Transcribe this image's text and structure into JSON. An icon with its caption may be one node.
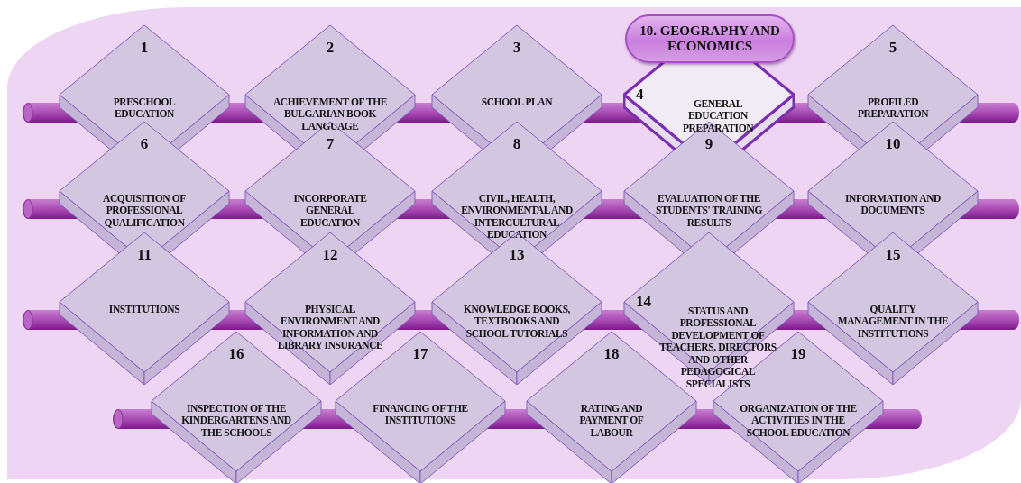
{
  "diagram": {
    "nodes": [
      {
        "text": [
          "1",
          "PRESCHOOL EDUCATION"
        ]
      },
      {
        "text": [
          "2",
          "ACHIEVEMENT OF THE BULGARIAN BOOK LANGUAGE"
        ]
      },
      {
        "text": [
          "3",
          "SCHOOL PLAN"
        ]
      },
      {
        "text": [
          "10. GEOGRAPHY AND ECONOMICS"
        ]
      },
      {
        "text": [
          "4",
          "GENERAL EDUCATION PREPARATION"
        ]
      },
      {
        "text": [
          "5",
          "PROFILED PREPARATION"
        ]
      },
      {
        "text": [
          "6",
          "ACQUISITION OF PROFESSIONAL QUALIFICATION"
        ]
      },
      {
        "text": [
          "7",
          "INCORPORATE GENERAL EDUCATION"
        ]
      },
      {
        "text": [
          "8",
          "CIVIL, HEALTH, ENVIRONMENTAL AND INTERCULTURAL EDUCATION"
        ]
      },
      {
        "text": [
          "9",
          "EVALUATION OF THE STUDENTS' TRAINING RESULTS"
        ]
      },
      {
        "text": [
          "10",
          "INFORMATION AND DOCUMENTS"
        ]
      },
      {
        "text": [
          "11",
          "INSTITUTIONS"
        ]
      },
      {
        "text": [
          "12",
          "PHYSICAL ENVIRONMENT AND INFORMATION AND LIBRARY INSURANCE"
        ]
      },
      {
        "text": [
          "13",
          "KNOWLEDGE BOOKS, TEXTBOOKS AND SCHOOL TUTORIALS"
        ]
      },
      {
        "text": [
          "14",
          "STATUS AND PROFESSIONAL DEVELOPMENT OF TEACHERS, DIRECTORS AND OTHER PEDAGOGICAL SPECIALISTS"
        ]
      },
      {
        "text": [
          "15",
          "QUALITY MANAGEMENT IN THE INSTITUTIONS"
        ]
      },
      {
        "text": [
          "16",
          "INSPECTION OF THE KINDERGARTENS AND THE SCHOOLS"
        ]
      },
      {
        "text": [
          "17",
          "FINANCING OF THE INSTITUTIONS"
        ]
      },
      {
        "text": [
          "18",
          "RATING AND PAYMENT OF LABOUR"
        ]
      },
      {
        "text": [
          "19",
          "ORGANIZATION OF THE ACTIVITIES IN THE SCHOOL EDUCATION"
        ]
      }
    ],
    "edges": []
  }
}
